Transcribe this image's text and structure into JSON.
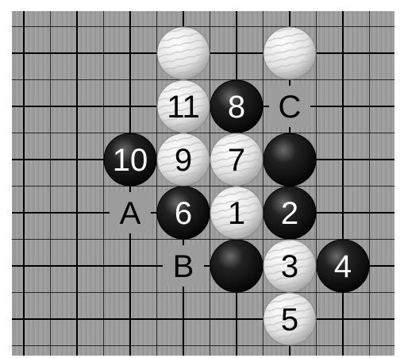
{
  "board": {
    "colors": {
      "background": "#9e9e9e",
      "line": "#000000",
      "frame": "#ffffff",
      "black_stone": "#111111",
      "white_stone": "#e6e6e6"
    },
    "grid_cols": 8,
    "grid_rows": 7,
    "stones": [
      {
        "col": 3,
        "row": 0,
        "color": "white",
        "label": ""
      },
      {
        "col": 5,
        "row": 0,
        "color": "white",
        "label": ""
      },
      {
        "col": 3,
        "row": 1,
        "color": "white",
        "label": "11"
      },
      {
        "col": 4,
        "row": 1,
        "color": "black",
        "label": "8"
      },
      {
        "col": 2,
        "row": 2,
        "color": "black",
        "label": "10"
      },
      {
        "col": 3,
        "row": 2,
        "color": "white",
        "label": "9"
      },
      {
        "col": 4,
        "row": 2,
        "color": "white",
        "label": "7"
      },
      {
        "col": 5,
        "row": 2,
        "color": "black",
        "label": ""
      },
      {
        "col": 3,
        "row": 3,
        "color": "black",
        "label": "6"
      },
      {
        "col": 4,
        "row": 3,
        "color": "white",
        "label": "1"
      },
      {
        "col": 5,
        "row": 3,
        "color": "black",
        "label": "2"
      },
      {
        "col": 4,
        "row": 4,
        "color": "black",
        "label": ""
      },
      {
        "col": 5,
        "row": 4,
        "color": "white",
        "label": "3"
      },
      {
        "col": 6,
        "row": 4,
        "color": "black",
        "label": "4"
      },
      {
        "col": 5,
        "row": 5,
        "color": "white",
        "label": "5"
      }
    ],
    "letter_marks": [
      {
        "col": 5,
        "row": 1,
        "label": "C"
      },
      {
        "col": 2,
        "row": 3,
        "label": "A"
      },
      {
        "col": 3,
        "row": 4,
        "label": "B"
      }
    ]
  }
}
